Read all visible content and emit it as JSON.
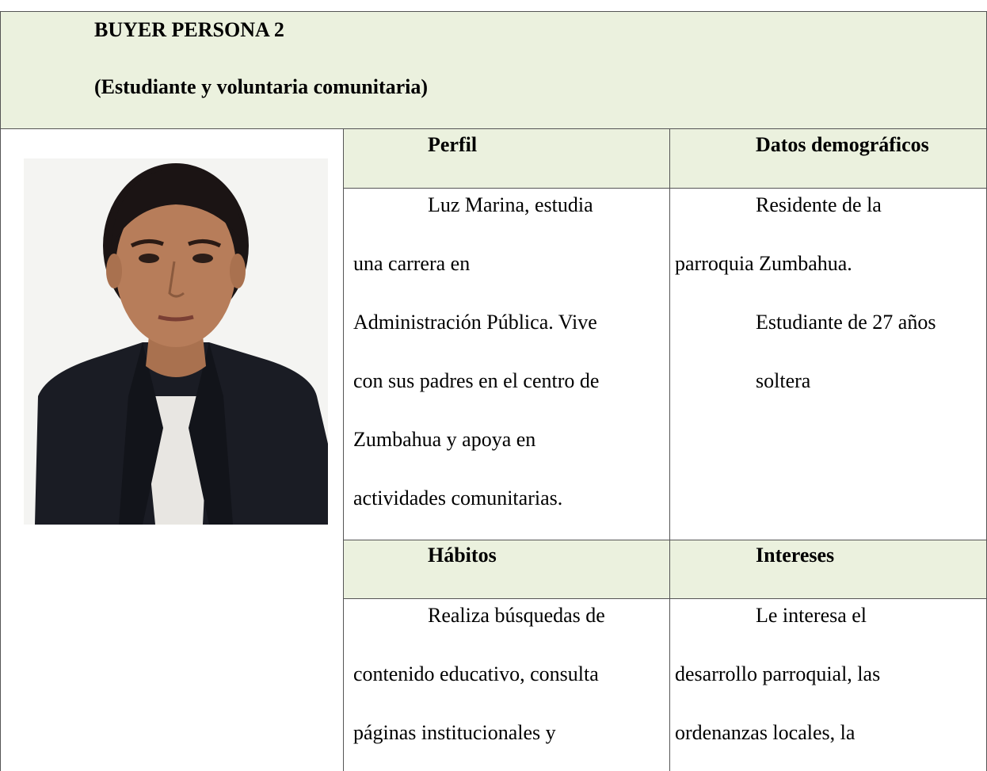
{
  "header": {
    "title": "BUYER PERSONA 2",
    "subtitle": "(Estudiante y voluntaria comunitaria)"
  },
  "photo": {
    "icon": "person-photo"
  },
  "sections": {
    "perfil": {
      "heading": "Perfil",
      "lines": [
        "Luz Marina, estudia",
        "una carrera en",
        "Administración Pública. Vive",
        "con sus padres en el centro de",
        "Zumbahua y apoya en",
        "actividades comunitarias."
      ]
    },
    "demograficos": {
      "heading": "Datos demográficos",
      "lines": [
        "Residente de la",
        "parroquia Zumbahua.",
        "Estudiante de 27 años",
        "soltera"
      ]
    },
    "habitos": {
      "heading": "Hábitos",
      "lines": [
        "Realiza búsquedas de",
        "contenido educativo, consulta",
        "páginas institucionales y"
      ]
    },
    "intereses": {
      "heading": "Intereses",
      "lines": [
        "Le interesa el",
        "desarrollo parroquial, las",
        "ordenanzas locales, la"
      ]
    }
  }
}
